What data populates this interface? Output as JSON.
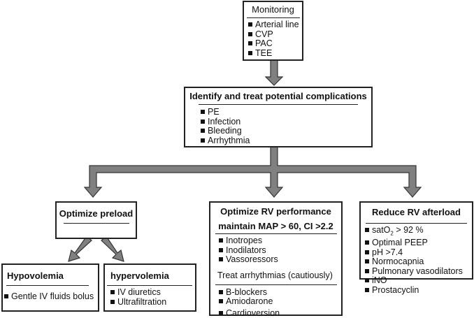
{
  "monitoring": {
    "title": "Monitoring",
    "items": [
      "Arterial line",
      "CVP",
      "PAC",
      "TEE"
    ]
  },
  "complications": {
    "title": "Identify and treat potential complications",
    "items": [
      "PE",
      "Infection",
      "Bleeding",
      "Arrhythmia"
    ]
  },
  "preload": {
    "title": "Optimize preload"
  },
  "hypovolemia": {
    "title": "Hypovolemia",
    "items": [
      "Gentle IV fluids bolus"
    ]
  },
  "hypervolemia": {
    "title": "hypervolemia",
    "items": [
      "IV diuretics",
      "Ultrafiltration"
    ]
  },
  "rv_performance": {
    "title": "Optimize RV performance",
    "subtitle": "maintain MAP > 60, CI >2.2",
    "items": [
      "Inotropes",
      "Inodilators",
      "Vassoressors"
    ],
    "arrhythmia_heading": "Treat arrhythmias (cautiously)",
    "arrhythmia_items": [
      "B-blockers",
      "Amiodarone",
      "Cardioversion"
    ]
  },
  "afterload": {
    "title": "Reduce RV afterload",
    "sat_prefix": "satO",
    "sat_sub": "2",
    "sat_suffix": " > 92 %",
    "items": [
      "Optimal PEEP",
      "pH >7.4",
      "Normocapnia",
      "Pulmonary vasodilators",
      "iNO",
      "Prostacyclin"
    ]
  },
  "colors": {
    "arrow_fill": "#808080",
    "arrow_stroke": "#333333",
    "border": "#222222"
  }
}
